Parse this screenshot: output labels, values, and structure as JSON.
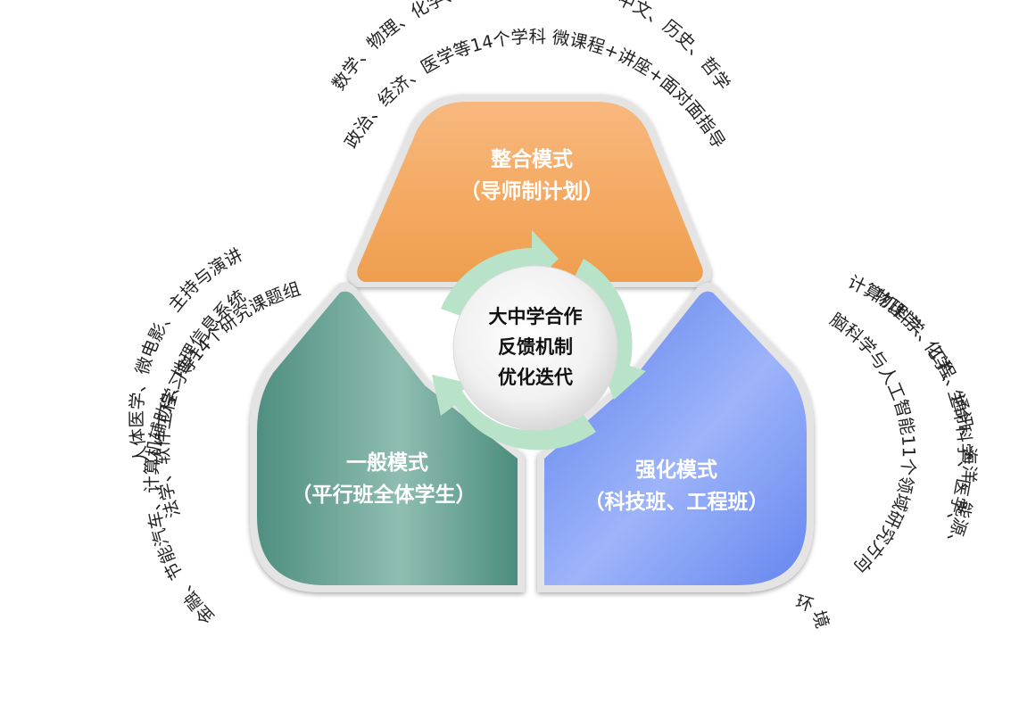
{
  "center": {
    "lines": [
      "大中学合作",
      "反馈机制",
      "优化迭代"
    ]
  },
  "segments": {
    "top": {
      "title": "整合模式",
      "subtitle": "（导师制计划）",
      "color": "#F3A45E"
    },
    "left": {
      "title": "一般模式",
      "subtitle": "（平行班全体学生）",
      "color": "#5C9C8D"
    },
    "right": {
      "title": "强化模式",
      "subtitle": "（科技班、工程班）",
      "color": "#6F8FF0"
    }
  },
  "annotations": {
    "top": [
      "数学、物理、化学、生物、地理、英语、中文、历史、哲学",
      "政治、经济、医学等14个学科 微课程+讲座+面对面指导"
    ],
    "left": [
      "人体医学、微电影、主持与演讲",
      "法学、软件工程、地理信息系统",
      "金融、节能汽车、计算机辅助学习等14个研究课题组"
    ],
    "right": [
      "物理学、化学、生命科学、医学、",
      "计算机科学、工程、通讯、海洋、能源、",
      "脑科学与人工智能11个领域研究方向",
      "环境"
    ]
  },
  "colors": {
    "arrow": "#B9E3C8",
    "center_fill": "#F3F3F3",
    "segment_edge": "#E1E1E1"
  }
}
